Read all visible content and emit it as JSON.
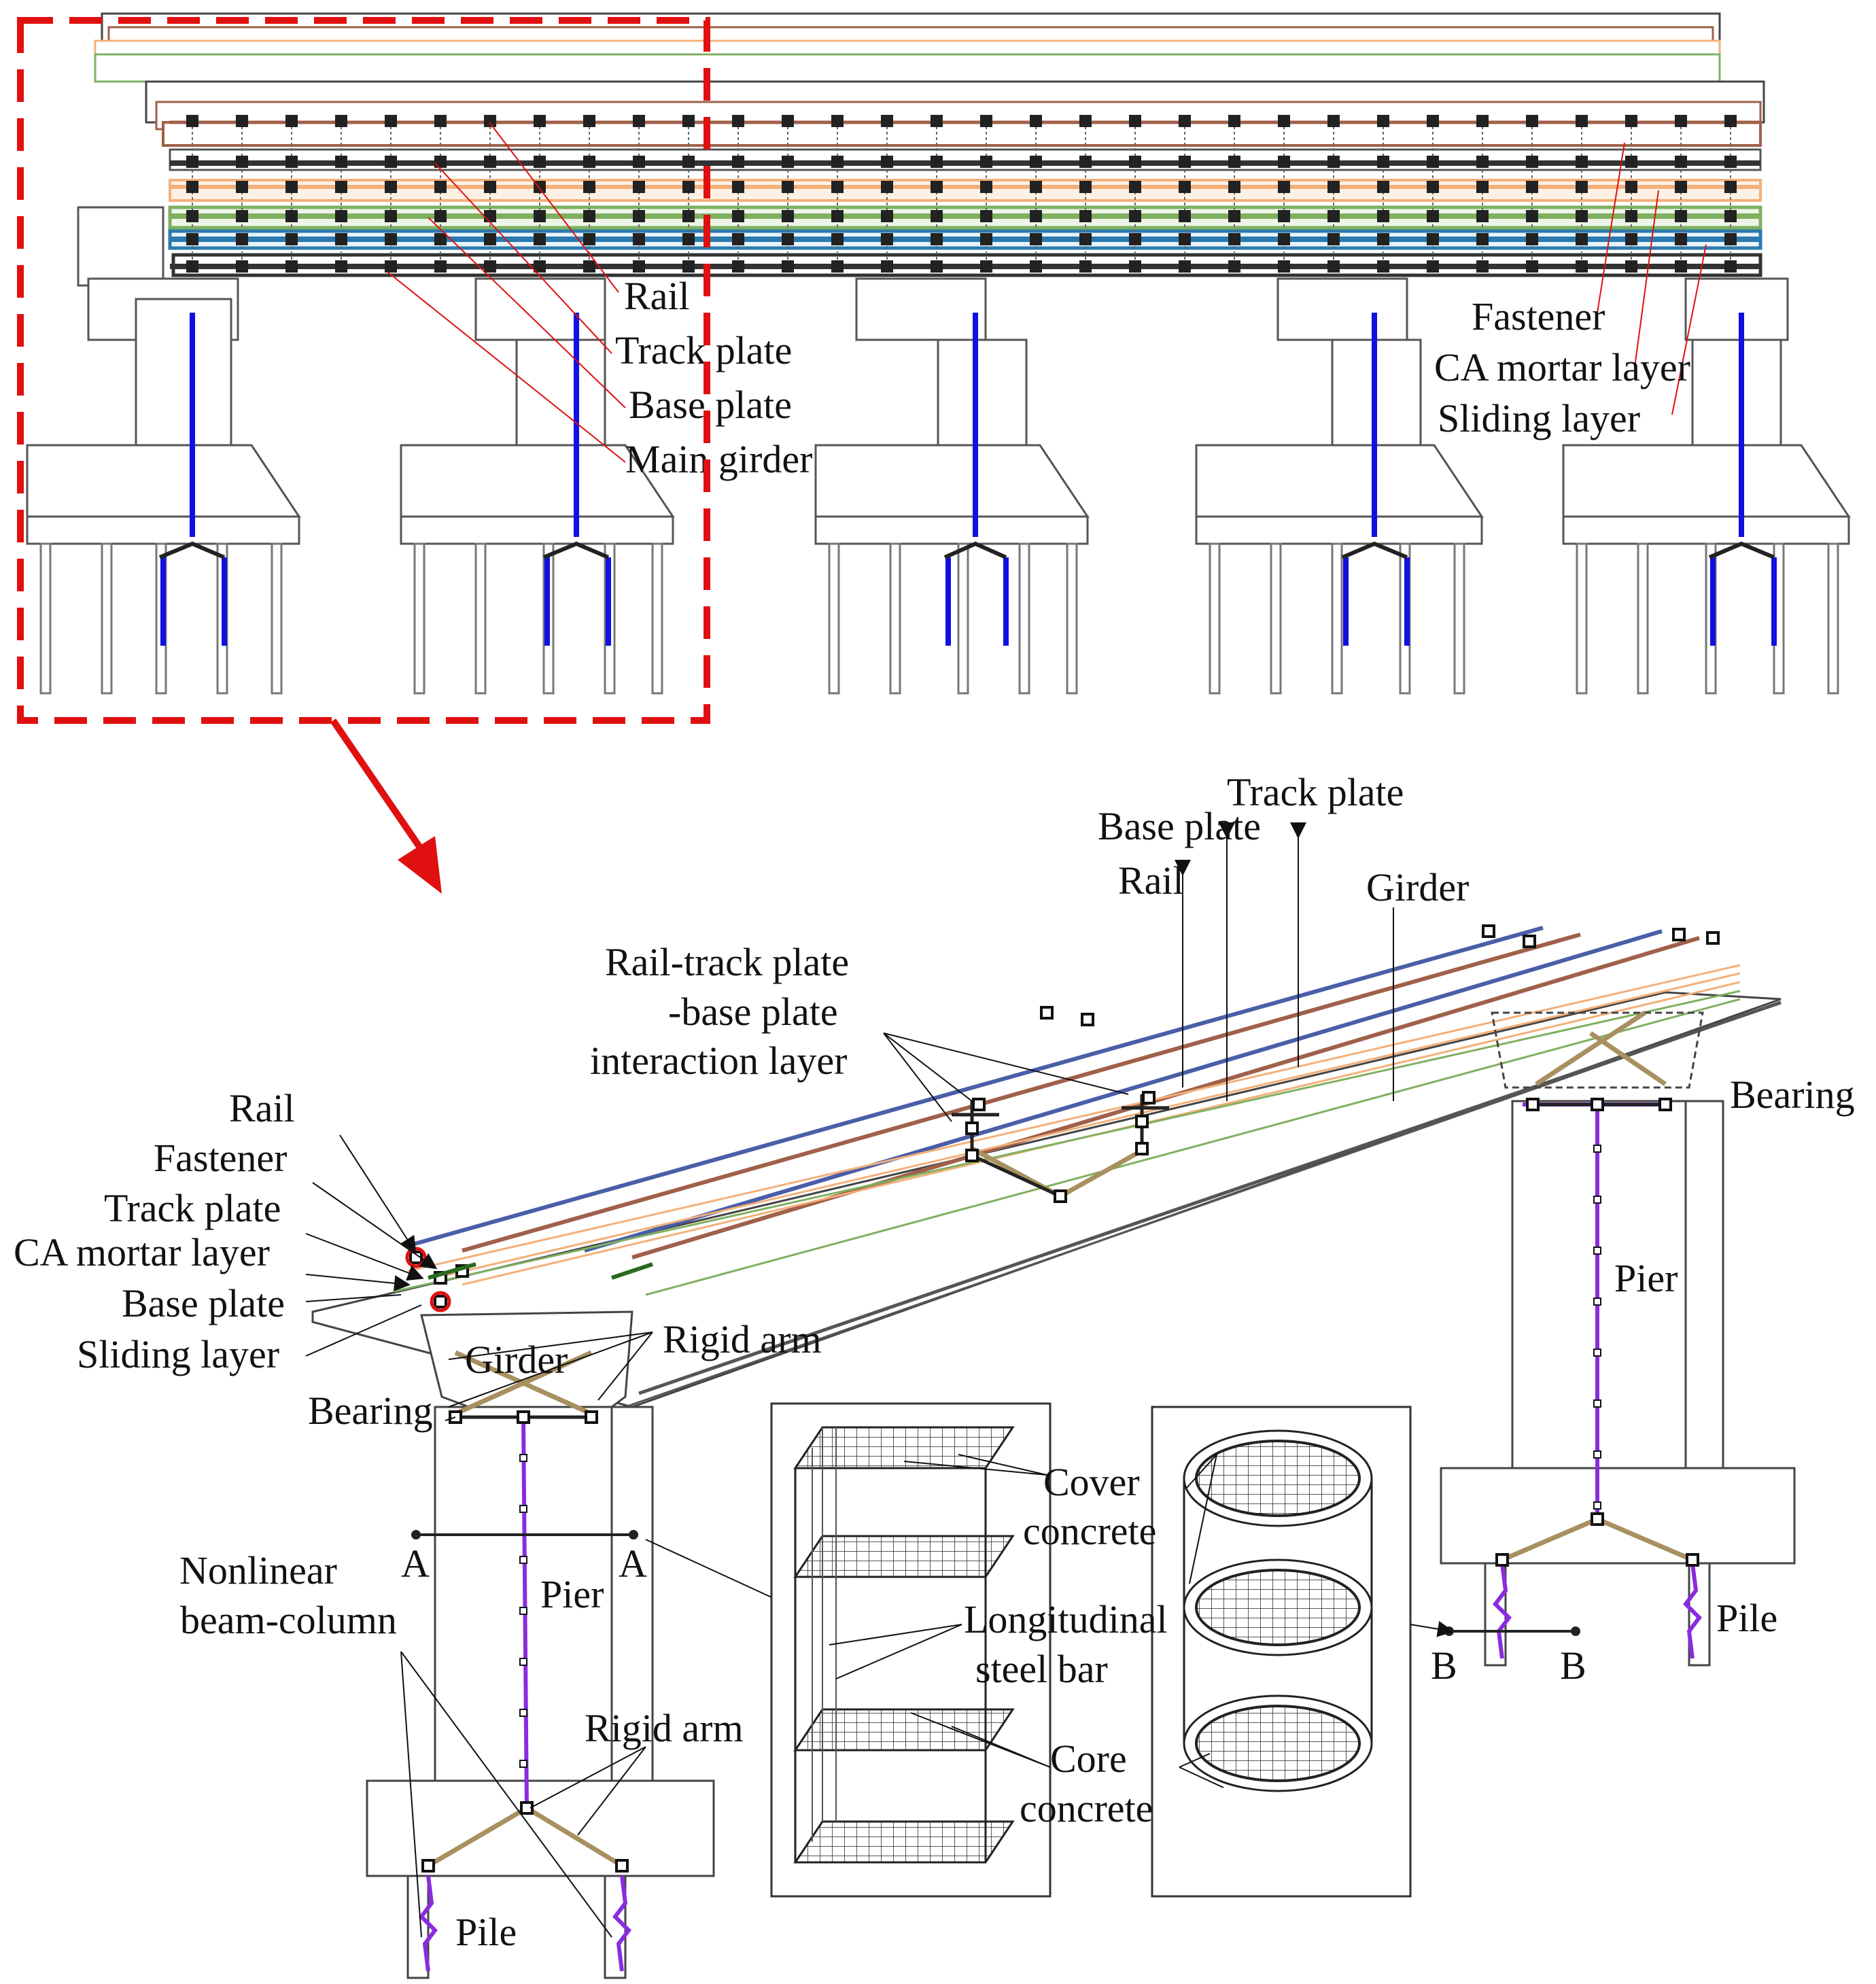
{
  "top_labels": {
    "rail": "Rail",
    "track_plate": "Track plate",
    "base_plate": "Base  plate",
    "main_girder": "Main girder",
    "fastener": "Fastener",
    "ca_mortar": "CA mortar layer",
    "sliding": "Sliding layer"
  },
  "bottom_labels": {
    "track_plate": "Track plate",
    "base_plate": "Base plate",
    "rail": "Rail",
    "girder_top": "Girder",
    "interaction_1": "Rail-track plate",
    "interaction_2": "-base plate",
    "interaction_3": "interaction layer",
    "bearing_right": "Bearing",
    "left_rail": "Rail",
    "left_fastener": "Fastener",
    "left_track_plate": "Track plate",
    "left_ca_mortar": "CA mortar layer",
    "left_base_plate": "Base plate",
    "left_sliding": "Sliding layer",
    "rigid_arm_top": "Rigid arm",
    "girder_box": "Girder",
    "bearing_left": "Bearing",
    "pier_right": "Pier",
    "pier_left": "Pier",
    "section_a1": "A",
    "section_a2": "A",
    "section_b1": "B",
    "section_b2": "B",
    "nonlinear_1": "Nonlinear",
    "nonlinear_2": "beam-column",
    "rigid_arm_bottom": "Rigid arm",
    "pile_left": "Pile",
    "pile_right": "Pile",
    "cover_1": "Cover",
    "cover_2": "concrete",
    "long_1": "Longitudinal",
    "long_2": "steel bar",
    "core_1": "Core",
    "core_2": "concrete"
  },
  "colors": {
    "rail": "#4a5ea8",
    "rail_brown": "#a0604a",
    "track_orange": "#f4b07a",
    "base_green": "#7fb060",
    "sliding_blue": "#2a7ab0",
    "girder_dark": "#404040",
    "pier_blue": "#1010e0",
    "pier_purple": "#8a2be2",
    "rigid_arm": "#a89060",
    "highlight_red": "#e01010"
  }
}
